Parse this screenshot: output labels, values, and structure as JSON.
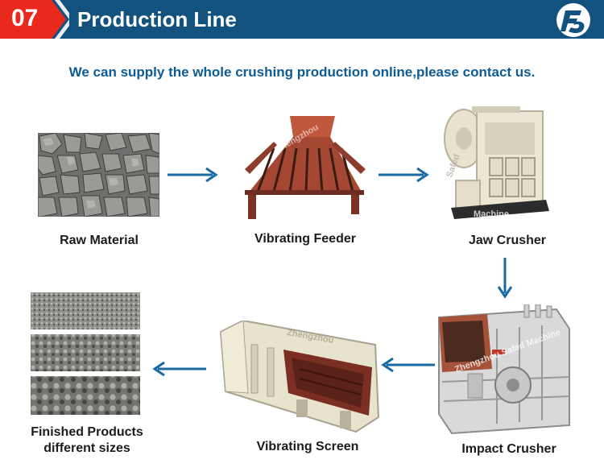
{
  "header": {
    "number": "07",
    "title": "Production Line",
    "logo_icon": "fs-brand-logo-icon",
    "colors": {
      "bar": "#13527e",
      "badge": "#e8291c"
    }
  },
  "subtitle": "We can supply the whole crushing production online,please contact us.",
  "stages": [
    {
      "id": "raw-material",
      "label": "Raw Material"
    },
    {
      "id": "vibrating-feeder",
      "label": "Vibrating Feeder"
    },
    {
      "id": "jaw-crusher",
      "label": "Jaw Crusher"
    },
    {
      "id": "impact-crusher",
      "label": "Impact Crusher"
    },
    {
      "id": "vibrating-screen",
      "label": "Vibrating Screen"
    },
    {
      "id": "finished-products",
      "label_line1": "Finished Products",
      "label_line2": "different sizes"
    }
  ],
  "arrow_color": "#1a6aa3"
}
